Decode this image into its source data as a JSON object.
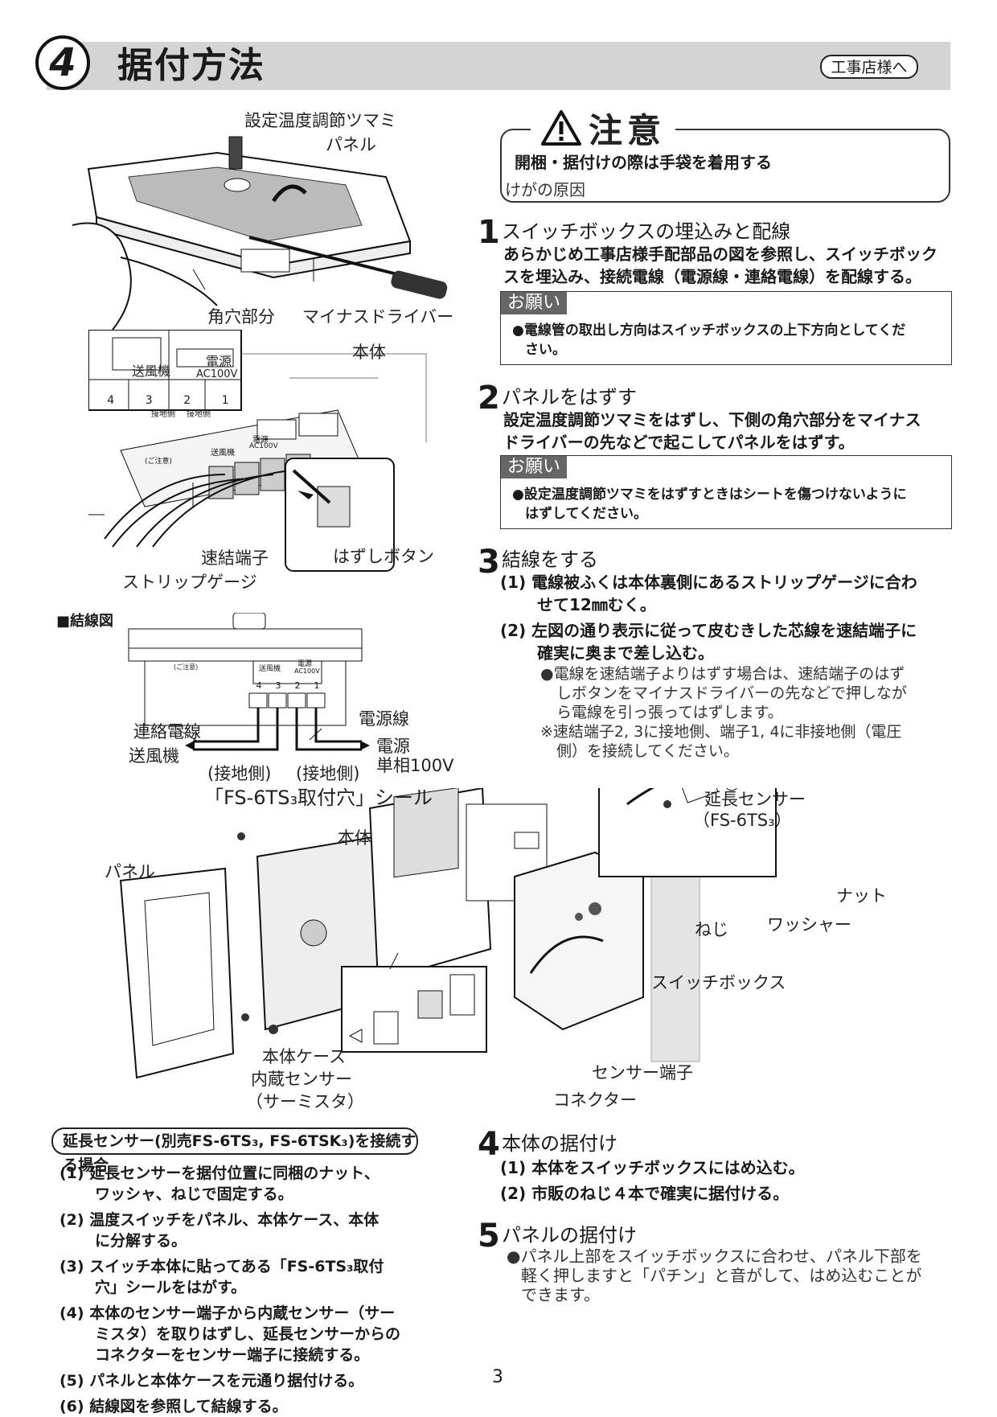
{
  "header": {
    "number": "4",
    "title": "据付方法",
    "badge": "工事店様へ"
  },
  "caution": {
    "title": "注意",
    "line": "開梱・据付けの際は手袋を着用する",
    "sub": "けがの原因"
  },
  "note_label": "お願い",
  "steps": [
    {
      "num": "1",
      "title": "スイッチボックスの埋込みと配線",
      "body": [
        "あらかじめ工事店様手配部品の図を参照し、スイッチボック",
        "スを埋込み、接続電線（電源線・連絡電線）を配線する。"
      ],
      "note": [
        "●電線管の取出し方向はスイッチボックスの上下方向としてくだ",
        "さい。"
      ]
    },
    {
      "num": "2",
      "title": "パネルをはずす",
      "body": [
        "設定温度調節ツマミをはずし、下側の角穴部分をマイナス",
        "ドライバーの先などで起こしてパネルをはずす。"
      ],
      "note": [
        "●設定温度調節ツマミをはずすときはシートを傷つけないように",
        "はずしてください。"
      ]
    },
    {
      "num": "3",
      "title": "結線をする",
      "items": [
        [
          "(1)",
          "電線被ふくは本体裏側にあるストリップゲージに合わ",
          "せて12㎜むく。"
        ],
        [
          "(2)",
          "左図の通り表示に従って皮むきした芯線を速結端子に",
          "確実に奥まで差し込む。"
        ]
      ],
      "notes": [
        "●電線を速結端子よりはずす場合は、速結端子のはず",
        "しボタンをマイナスドライバーの先などで押しなが",
        "ら電線を引っ張ってはずします。",
        "※速結端子2, 3に接地側、端子1, 4に非接地側（電圧",
        "側）を接続してください。"
      ]
    },
    {
      "num": "4",
      "title": "本体の据付け",
      "items": [
        [
          "(1)",
          "本体をスイッチボックスにはめ込む。"
        ],
        [
          "(2)",
          "市販のねじ４本で確実に据付ける。"
        ]
      ]
    },
    {
      "num": "5",
      "title": "パネルの据付け",
      "notes": [
        "●パネル上部をスイッチボックスに合わせ、パネル下部を",
        "軽く押しますと「パチン」と音がして、はめ込むことが",
        "できます。"
      ]
    }
  ],
  "fig1": {
    "knob": "設定温度調節ツマミ",
    "panel": "パネル",
    "hole": "角穴部分",
    "driver": "マイナスドライバー"
  },
  "fig2": {
    "body": "本体",
    "fan": "送風機",
    "power": "電源",
    "ac": "AC100V",
    "terms": [
      "4",
      "3",
      "2",
      "1"
    ],
    "ground": "接地側",
    "quick": "速結端子",
    "strip": "ストリップゲージ",
    "release": "はずしボタン",
    "tiny_fan": "送風機",
    "tiny_ac": "電源",
    "tiny_ac2": "AC100V",
    "tiny_note": "(ご注意)"
  },
  "fig3": {
    "heading": "■結線図",
    "power_line": "電源線",
    "link_line": "連絡電線",
    "fan": "送風機",
    "power": "電源",
    "single": "単相100V",
    "ground1": "(接地側)",
    "ground2": "(接地側)",
    "tiny_fan": "送風機",
    "tiny_ac": "電源",
    "tiny_ac2": "AC100V",
    "tiny_note": "(ご注意)",
    "terms": [
      "4",
      "3",
      "2",
      "1"
    ]
  },
  "fig4": {
    "seal": "「FS-6TS₃取付穴」シール",
    "body": "本体",
    "panel": "パネル",
    "ext_sensor": "延長センサー",
    "ext_model": "（FS-6TS₃）",
    "nut": "ナット",
    "screw": "ねじ",
    "washer": "ワッシャー",
    "switchbox": "スイッチボックス",
    "case": "本体ケース",
    "sensor_in": "内蔵センサー",
    "thermistor": "（サーミスタ）",
    "sensor_term": "センサー端子",
    "connector": "コネクター"
  },
  "ext": {
    "header": "延長センサー(別売FS-6TS₃, FS-6TSK₃)を接続する場合",
    "items": [
      [
        "(1)",
        "延長センサーを据付位置に同梱のナット、",
        "ワッシャ、ねじで固定する。"
      ],
      [
        "(2)",
        "温度スイッチをパネル、本体ケース、本体",
        "に分解する。"
      ],
      [
        "(3)",
        "スイッチ本体に貼ってある「FS-6TS₃取付",
        "穴」シールをはがす。"
      ],
      [
        "(4)",
        "本体のセンサー端子から内蔵センサー（サー",
        "ミスタ）を取りはずし、延長センサーからの",
        "コネクターをセンサー端子に接続する。"
      ],
      [
        "(5)",
        "パネルと本体ケースを元通り据付ける。"
      ],
      [
        "(6)",
        "結線図を参照して結線する。"
      ]
    ]
  },
  "page_number": "3",
  "colors": {
    "header_bar": "#d4d4d4",
    "note_label_bg": "#666666"
  }
}
